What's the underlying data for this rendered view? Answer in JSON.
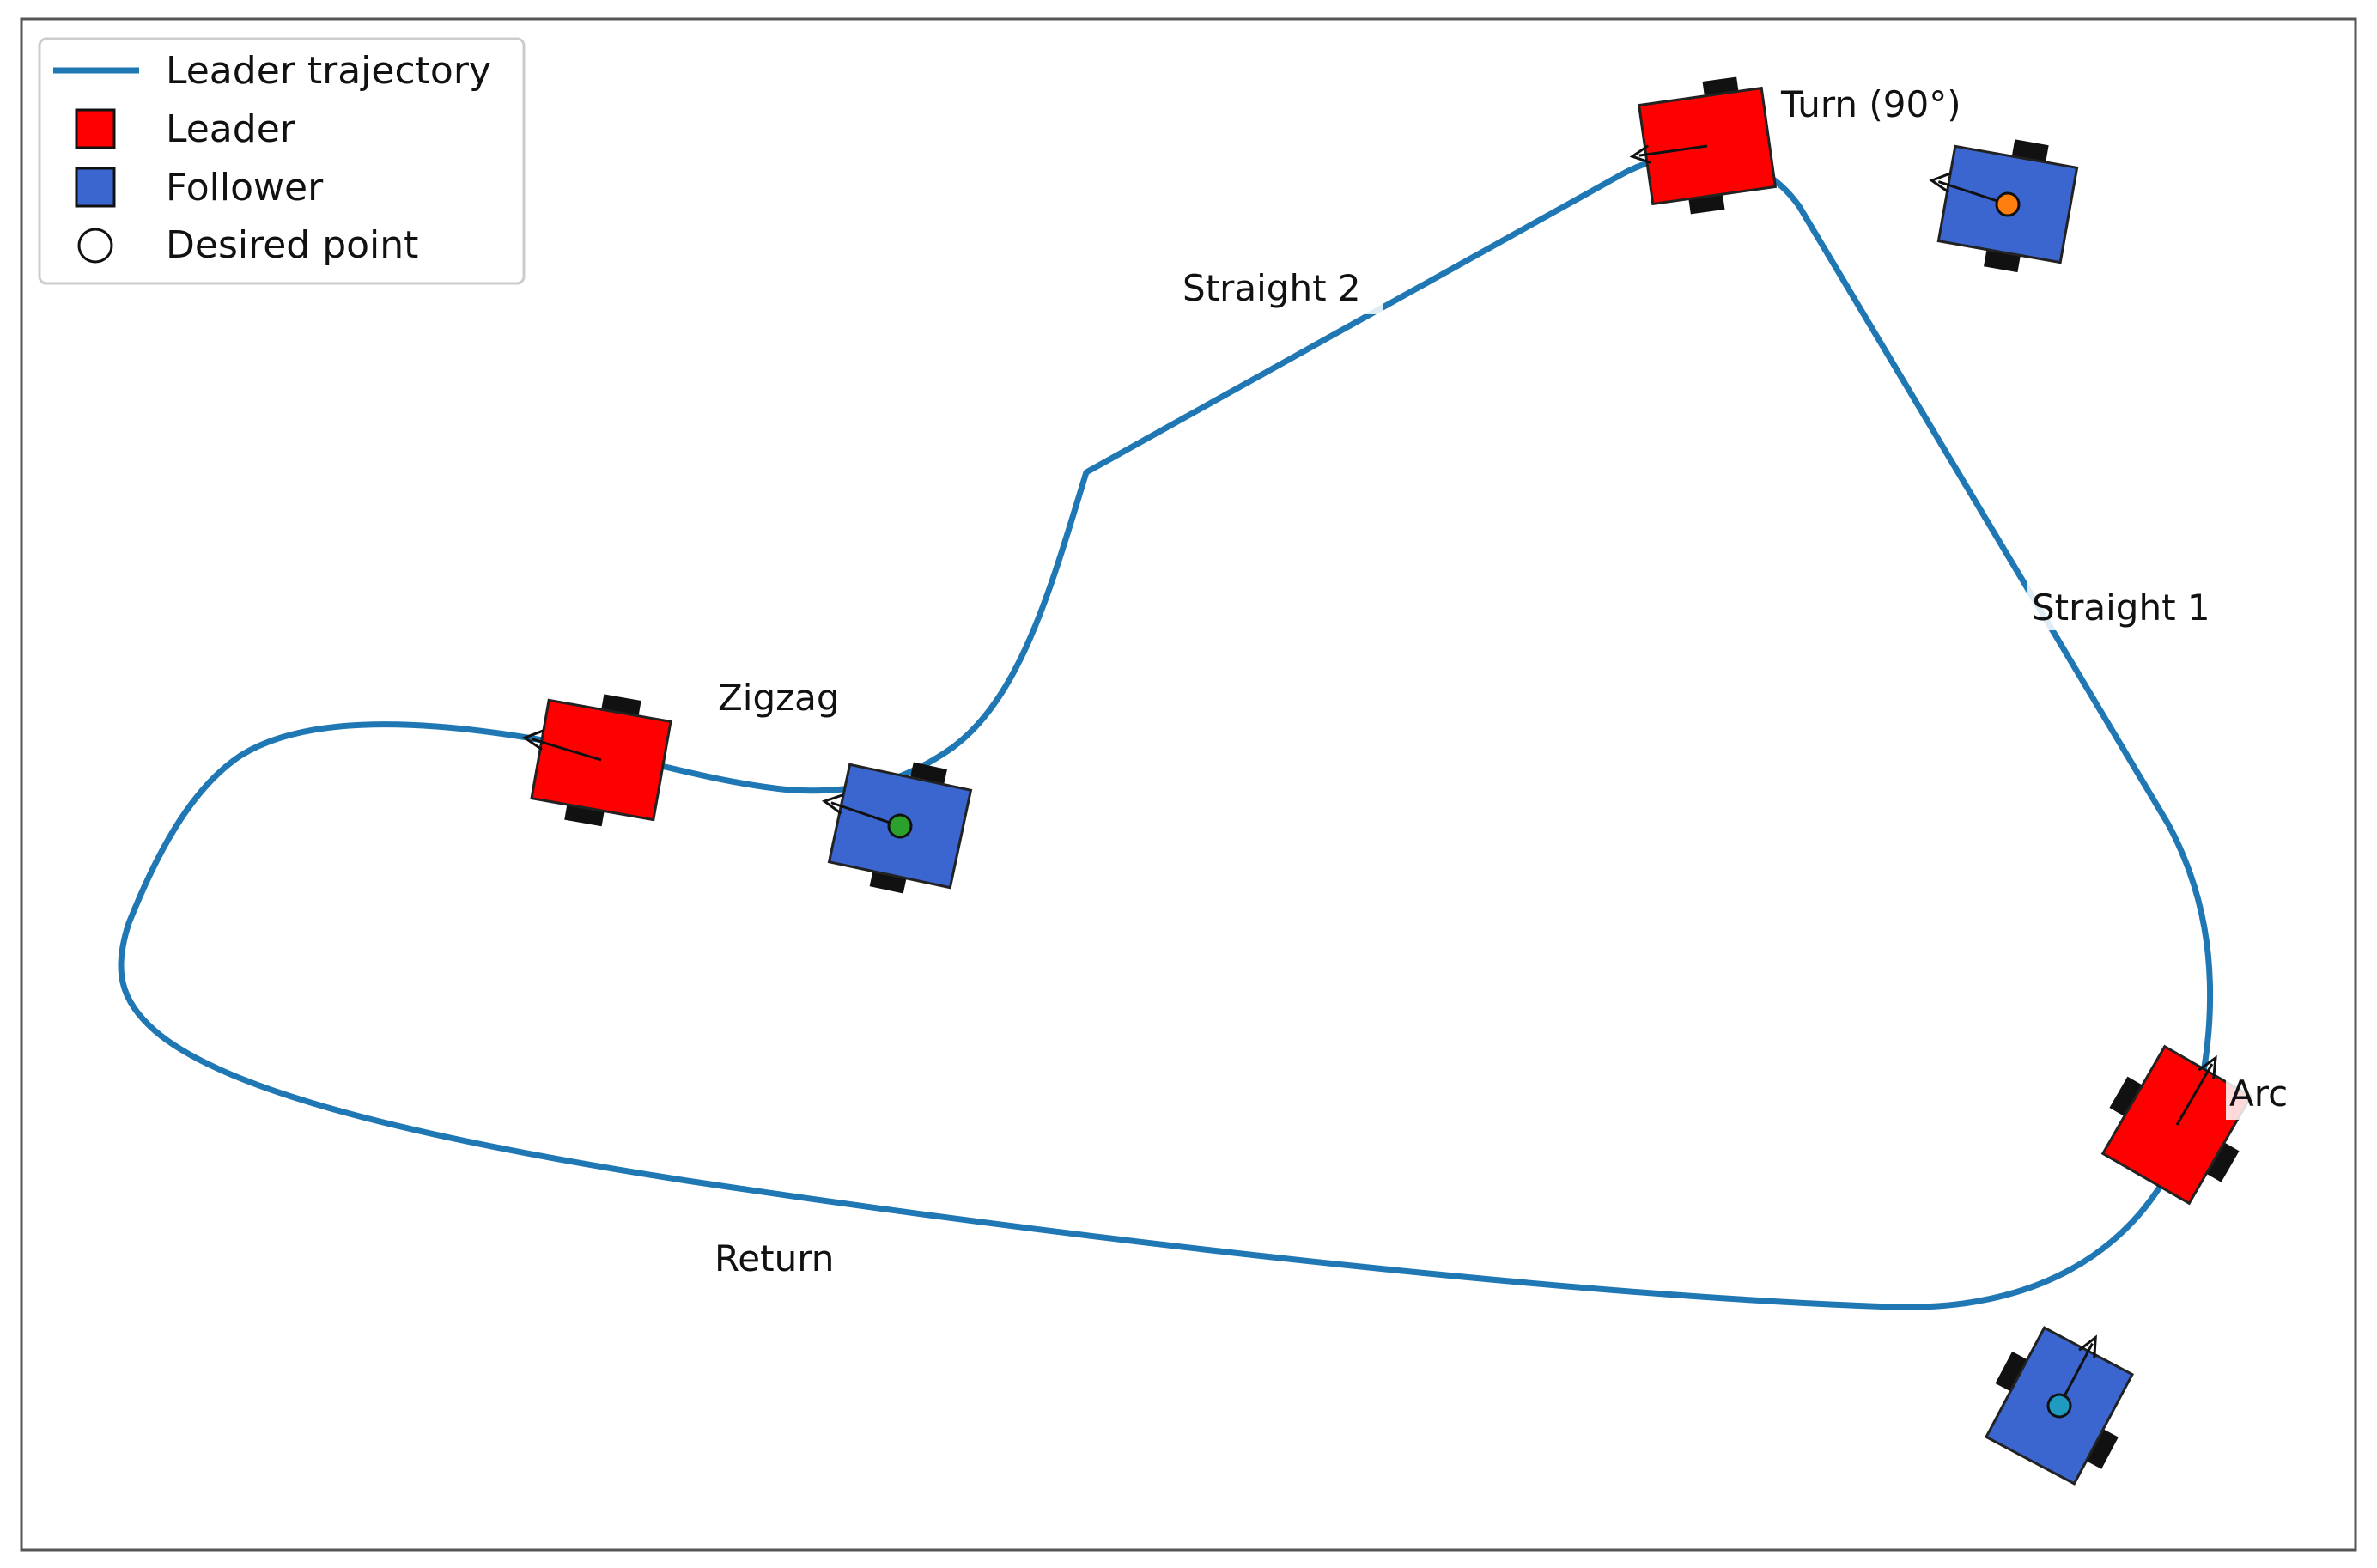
{
  "legend": {
    "placement": "upper-left",
    "items": [
      {
        "label": "Leader trajectory",
        "marker": "line",
        "color": "#1f77b4"
      },
      {
        "label": "Leader",
        "marker": "square",
        "color": "#ff0000"
      },
      {
        "label": "Follower",
        "marker": "square",
        "color": "#3b66d0"
      },
      {
        "label": "Desired point",
        "marker": "circle",
        "color": "#ffffff"
      }
    ]
  },
  "segments": {
    "straight_1": "Straight 1",
    "turn": "Turn (90°)",
    "straight_2": "Straight 2",
    "zigzag": "Zigzag",
    "arc": "Arc",
    "return": "Return"
  },
  "robots": [
    {
      "role": "leader",
      "segment": "Turn (90°)",
      "heading_icon": "arrow-left",
      "color": "#ff0000"
    },
    {
      "role": "follower",
      "segment": "Turn (90°)",
      "heading_icon": "arrow-left",
      "color": "#3b66d0",
      "desired_point_color": "#ff7f0e"
    },
    {
      "role": "leader",
      "segment": "Zigzag",
      "heading_icon": "arrow-left",
      "color": "#ff0000"
    },
    {
      "role": "follower",
      "segment": "Zigzag",
      "heading_icon": "arrow-left",
      "color": "#3b66d0",
      "desired_point_color": "#2ca02c"
    },
    {
      "role": "leader",
      "segment": "Arc",
      "heading_icon": "arrow-up",
      "color": "#ff0000"
    },
    {
      "role": "follower",
      "segment": "Arc",
      "heading_icon": "arrow-up",
      "color": "#3b66d0",
      "desired_point_color": "#1f9bc2"
    }
  ],
  "colors": {
    "trajectory": "#1f77b4",
    "leader": "#ff0000",
    "follower": "#3b66d0",
    "wheel": "#111111",
    "frame": "#555555"
  }
}
